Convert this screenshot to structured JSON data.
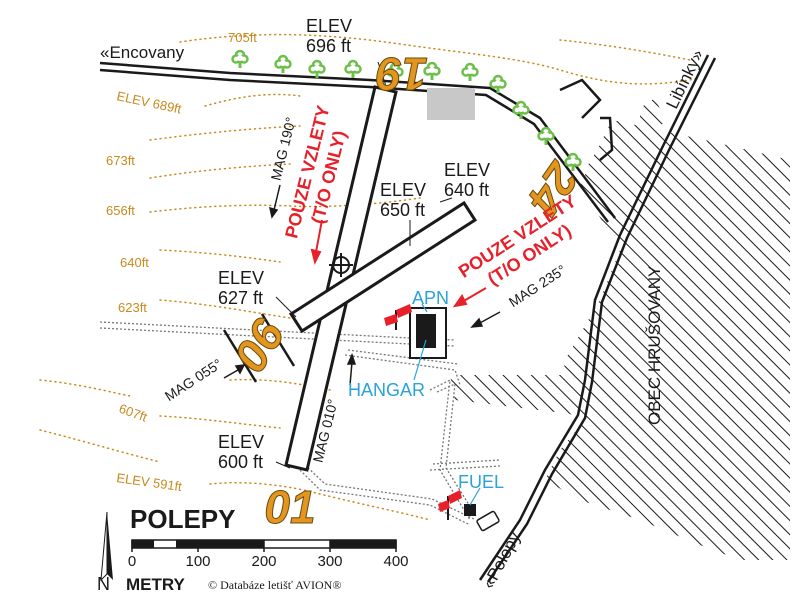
{
  "map": {
    "title": "POLEPY",
    "scale_unit": "METRY",
    "scale_ticks": [
      "0",
      "100",
      "200",
      "300",
      "400"
    ],
    "copyright": "© Databáze letišť AVION®",
    "north_label": "N",
    "roads": {
      "west": "«Encovany",
      "northeast": "Libínky»",
      "south": "«Polepy"
    },
    "village": "OBEC HRUŠOVANY",
    "contours": [
      "705ft",
      "ELEV 689ft",
      "673ft",
      "656ft",
      "640ft",
      "623ft",
      "607ft",
      "ELEV 591ft"
    ],
    "runway_labels": {
      "r19": "19",
      "r01": "01",
      "r24": "24",
      "r06": "06"
    },
    "elevations": {
      "e696": [
        "ELEV",
        "696 ft"
      ],
      "e640": [
        "ELEV",
        "640 ft"
      ],
      "e650": [
        "ELEV",
        "650 ft"
      ],
      "e627": [
        "ELEV",
        "627 ft"
      ],
      "e600": [
        "ELEV",
        "600 ft"
      ]
    },
    "takeoff_note_19": [
      "POUZE VZLETY",
      "(T/O ONLY)"
    ],
    "takeoff_note_24": [
      "POUZE VZLETY",
      "(T/O ONLY)"
    ],
    "mag": {
      "m190": "MAG 190°",
      "m235": "MAG 235°",
      "m055": "MAG 055°",
      "m010": "MAG 010°"
    },
    "facilities": {
      "apn": "APN",
      "hangar": "HANGAR",
      "fuel": "FUEL"
    },
    "colors": {
      "contour": "#c98a1e",
      "runway_number": "#e2961f",
      "warning": "#e8202a",
      "facility": "#29a3d8",
      "tree": "#6cc04a"
    }
  }
}
